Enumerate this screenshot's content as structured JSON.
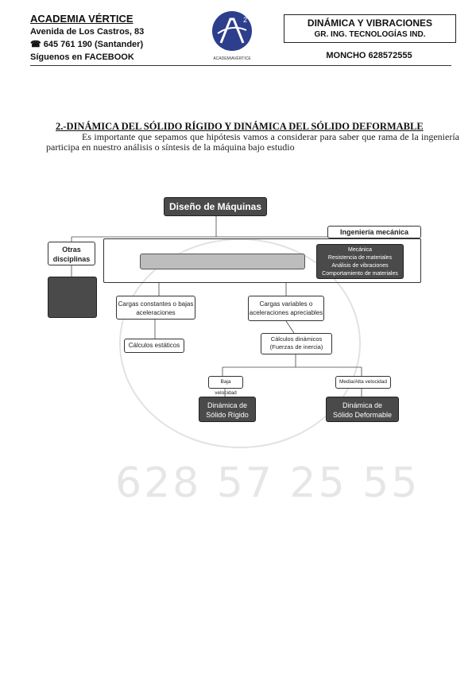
{
  "header": {
    "academy": "ACADEMIA VÉRTICE",
    "address": "Avenida de Los Castros, 83",
    "phone": "☎ 645 761 190 (Santander)",
    "social": "Síguenos en FACEBOOK",
    "logo_caption": "ACADEMIAVÉRTICE",
    "logo_exponent": "2",
    "course_title": "DINÁMICA Y VIBRACIONES",
    "course_subtitle": "GR. ING. TECNOLOGÍAS IND.",
    "teacher": "MONCHO 628572555"
  },
  "section": {
    "title": "2.-DINÁMICA DEL SÓLIDO RÍGIDO Y DINÁMICA DEL SÓLIDO DEFORMABLE",
    "paragraph": "Es importante que sepamos que hipótesis vamos a considerar para saber que rama de la ingeniería participa en nuestro análisis o síntesis de la máquina bajo estudio"
  },
  "diagram": {
    "root": "Diseño de Máquinas",
    "otras": "Otras disciplinas",
    "otras_list": "",
    "ing_mecanica": "Ingeniería mecánica",
    "mec_list": [
      "Mecánica",
      "Resistencia de materiales",
      "Análisis de vibraciones",
      "Comportamiento de materiales"
    ],
    "left_branch": "Cargas constantes o bajas aceleraciones",
    "right_branch": "Cargas variables o aceleraciones apreciables",
    "calc_static": "Cálculos estáticos",
    "calc_dynamic_1": "Cálculos dinámicos",
    "calc_dynamic_2": "(Fuerzas de inercia)",
    "low_speed": "Baja velocidad",
    "medium_speed": "Media/Alta velocidad",
    "rigid_1": "Dinámica de",
    "rigid_2": "Sólido Rígido",
    "deform_1": "Dinámica de",
    "deform_2": "Sólido Deformable"
  },
  "watermark": {
    "phone": "628 57 25 55"
  }
}
